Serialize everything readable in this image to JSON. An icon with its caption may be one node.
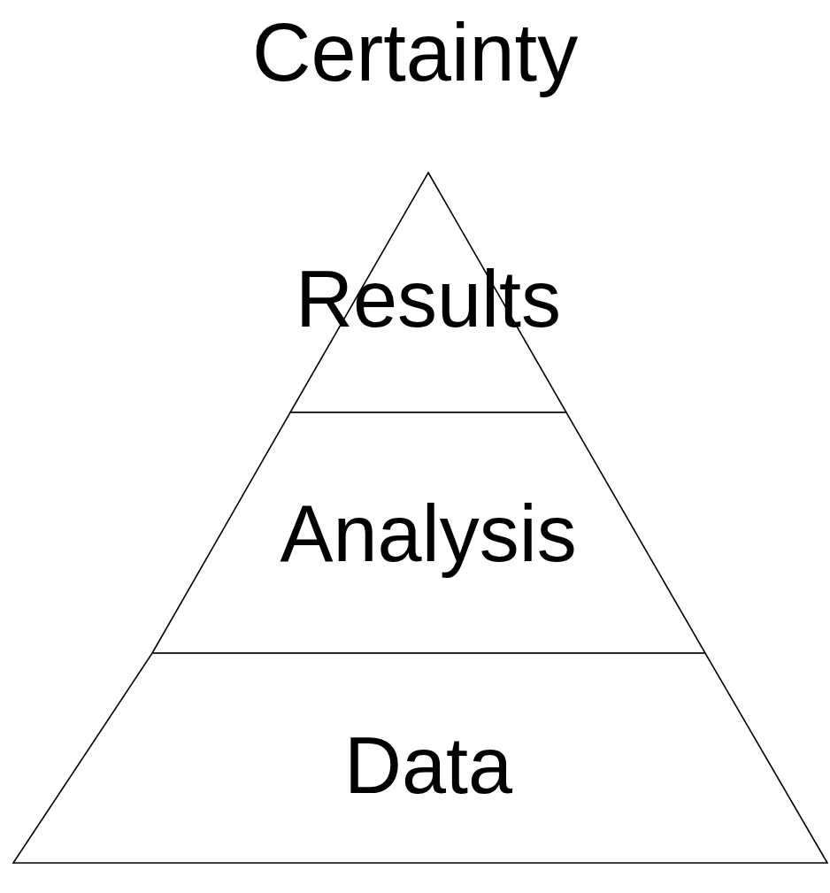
{
  "diagram": {
    "title": "Certainty",
    "nodes": [
      {
        "text": [
          "Results"
        ]
      },
      {
        "text": [
          "Analysis"
        ]
      },
      {
        "text": [
          "Data"
        ]
      }
    ]
  }
}
